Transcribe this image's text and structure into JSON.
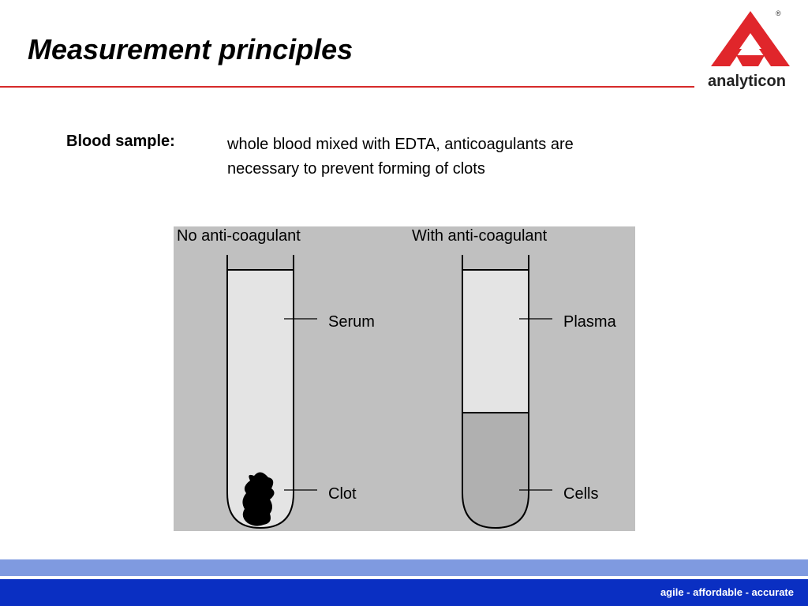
{
  "slide": {
    "title": "Measurement principles",
    "sample_label": "Blood sample:",
    "sample_desc_line1": "whole blood mixed with EDTA, anticoagulants are",
    "sample_desc_line2": "necessary to prevent forming of clots"
  },
  "logo": {
    "name": "analyticon",
    "registered": "®",
    "icon": "triangle-a-logo-icon",
    "color": "#e0262b"
  },
  "diagram": {
    "left_heading": "No  anti-coagulant",
    "right_heading": "With  anti-coagulant",
    "left_labels": {
      "top": "Serum",
      "bottom": "Clot"
    },
    "right_labels": {
      "top": "Plasma",
      "bottom": "Cells"
    },
    "colors": {
      "background": "#c0c0c0",
      "tube_fill": "#e4e4e4",
      "cells_fill": "#b0b0b0",
      "clot_fill": "#000000"
    }
  },
  "footer": {
    "tagline": "agile - affordable - accurate",
    "light_band": "#7f9ae0",
    "dark_band": "#0a2fc2"
  }
}
